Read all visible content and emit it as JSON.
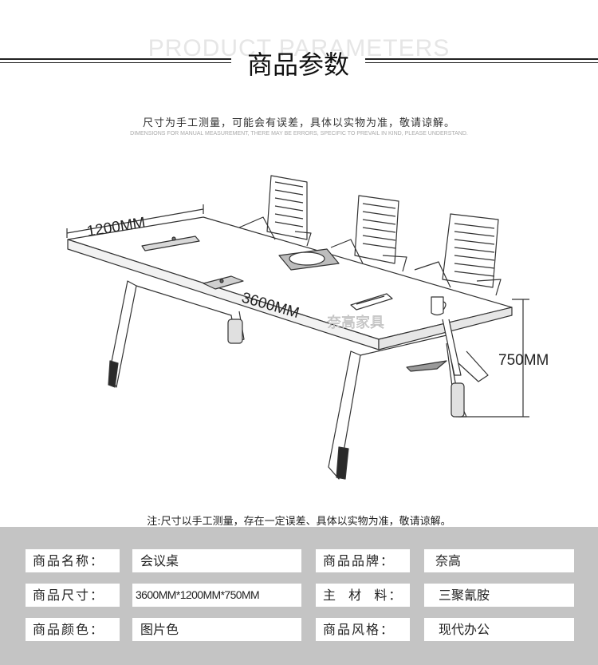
{
  "header": {
    "watermark": "PRODUCT PARAMETERS",
    "title": "商品参数"
  },
  "notice": {
    "cn": "尺寸为手工测量，可能会有误差，具体以实物为准，敬请谅解。",
    "en": "DIMENSIONS FOR MANUAL MEASUREMENT, THERE MAY BE ERRORS, SPECIFIC TO PREVAIL IN KIND, PLEASE UNDERSTAND."
  },
  "drawing": {
    "width_label": "1200MM",
    "length_label": "3600MM",
    "height_label": "750MM",
    "watermark": "奈高家具"
  },
  "note": "注:尺寸以手工测量，存在一定误差、具体以实物为准，敬请谅解。",
  "params": {
    "rows": [
      {
        "label1": "商品名称：",
        "value1": "会议桌",
        "label2": "商品品牌：",
        "value2": "奈高"
      },
      {
        "label1": "商品尺寸：",
        "value1": "3600MM*1200MM*750MM",
        "label2": "主  材  料：",
        "value2": "三聚氰胺"
      },
      {
        "label1": "商品颜色：",
        "value1": "图片色",
        "label2": "商品风格：",
        "value2": "现代办公"
      }
    ]
  }
}
